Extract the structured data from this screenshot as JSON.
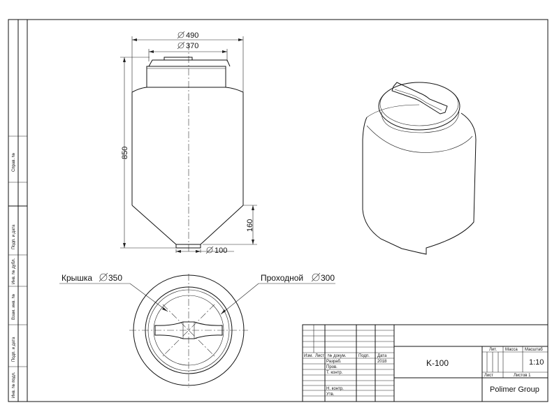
{
  "side_labels": [
    "Справ. №",
    "Подп. и дата",
    "Инв. № дубл.",
    "Взам. инв. №",
    "Подп. и дата",
    "Инв. № подл."
  ],
  "dimensions": {
    "d490": "490",
    "d370": "370",
    "h850": "850",
    "h160": "160",
    "d100": "100",
    "lid_label": "Крышка",
    "lid_value": "350",
    "passthrough_label": "Проходной",
    "passthrough_value": "300"
  },
  "title_block": {
    "col_headers": [
      "Изм.",
      "Лист",
      "№ докум.",
      "Подп.",
      "Дата"
    ],
    "rows": [
      "Разраб.",
      "Пров.",
      "Т. контр.",
      "",
      "Н. контр.",
      "Утв."
    ],
    "date": "2018",
    "designation": "K-100",
    "lit_label": "Лит.",
    "mass_label": "Масса",
    "scale_label": "Масштаб",
    "scale_value": "1:10",
    "sheet_label": "Лист",
    "sheets_label": "Листов 1",
    "company": "Polimer Group"
  }
}
